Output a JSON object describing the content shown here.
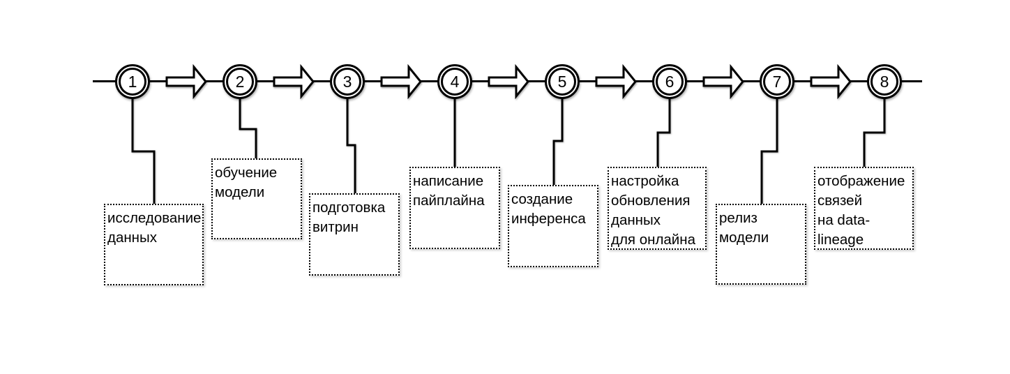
{
  "diagram": {
    "steps": [
      {
        "number": "1",
        "label": "исследование\nданных"
      },
      {
        "number": "2",
        "label": "обучение\nмодели"
      },
      {
        "number": "3",
        "label": "подготовка\nвитрин"
      },
      {
        "number": "4",
        "label": "написание\nпайплайна"
      },
      {
        "number": "5",
        "label": "создание\nинференса"
      },
      {
        "number": "6",
        "label": "настройка\nобновления\nданных\nдля онлайна"
      },
      {
        "number": "7",
        "label": "релиз\nмодели"
      },
      {
        "number": "8",
        "label": "отображение\nсвязей\nна data-\nlineage"
      }
    ],
    "colors": {
      "stroke": "#000000",
      "fill": "#ffffff",
      "background": "#ffffff",
      "text": "#000000"
    }
  }
}
